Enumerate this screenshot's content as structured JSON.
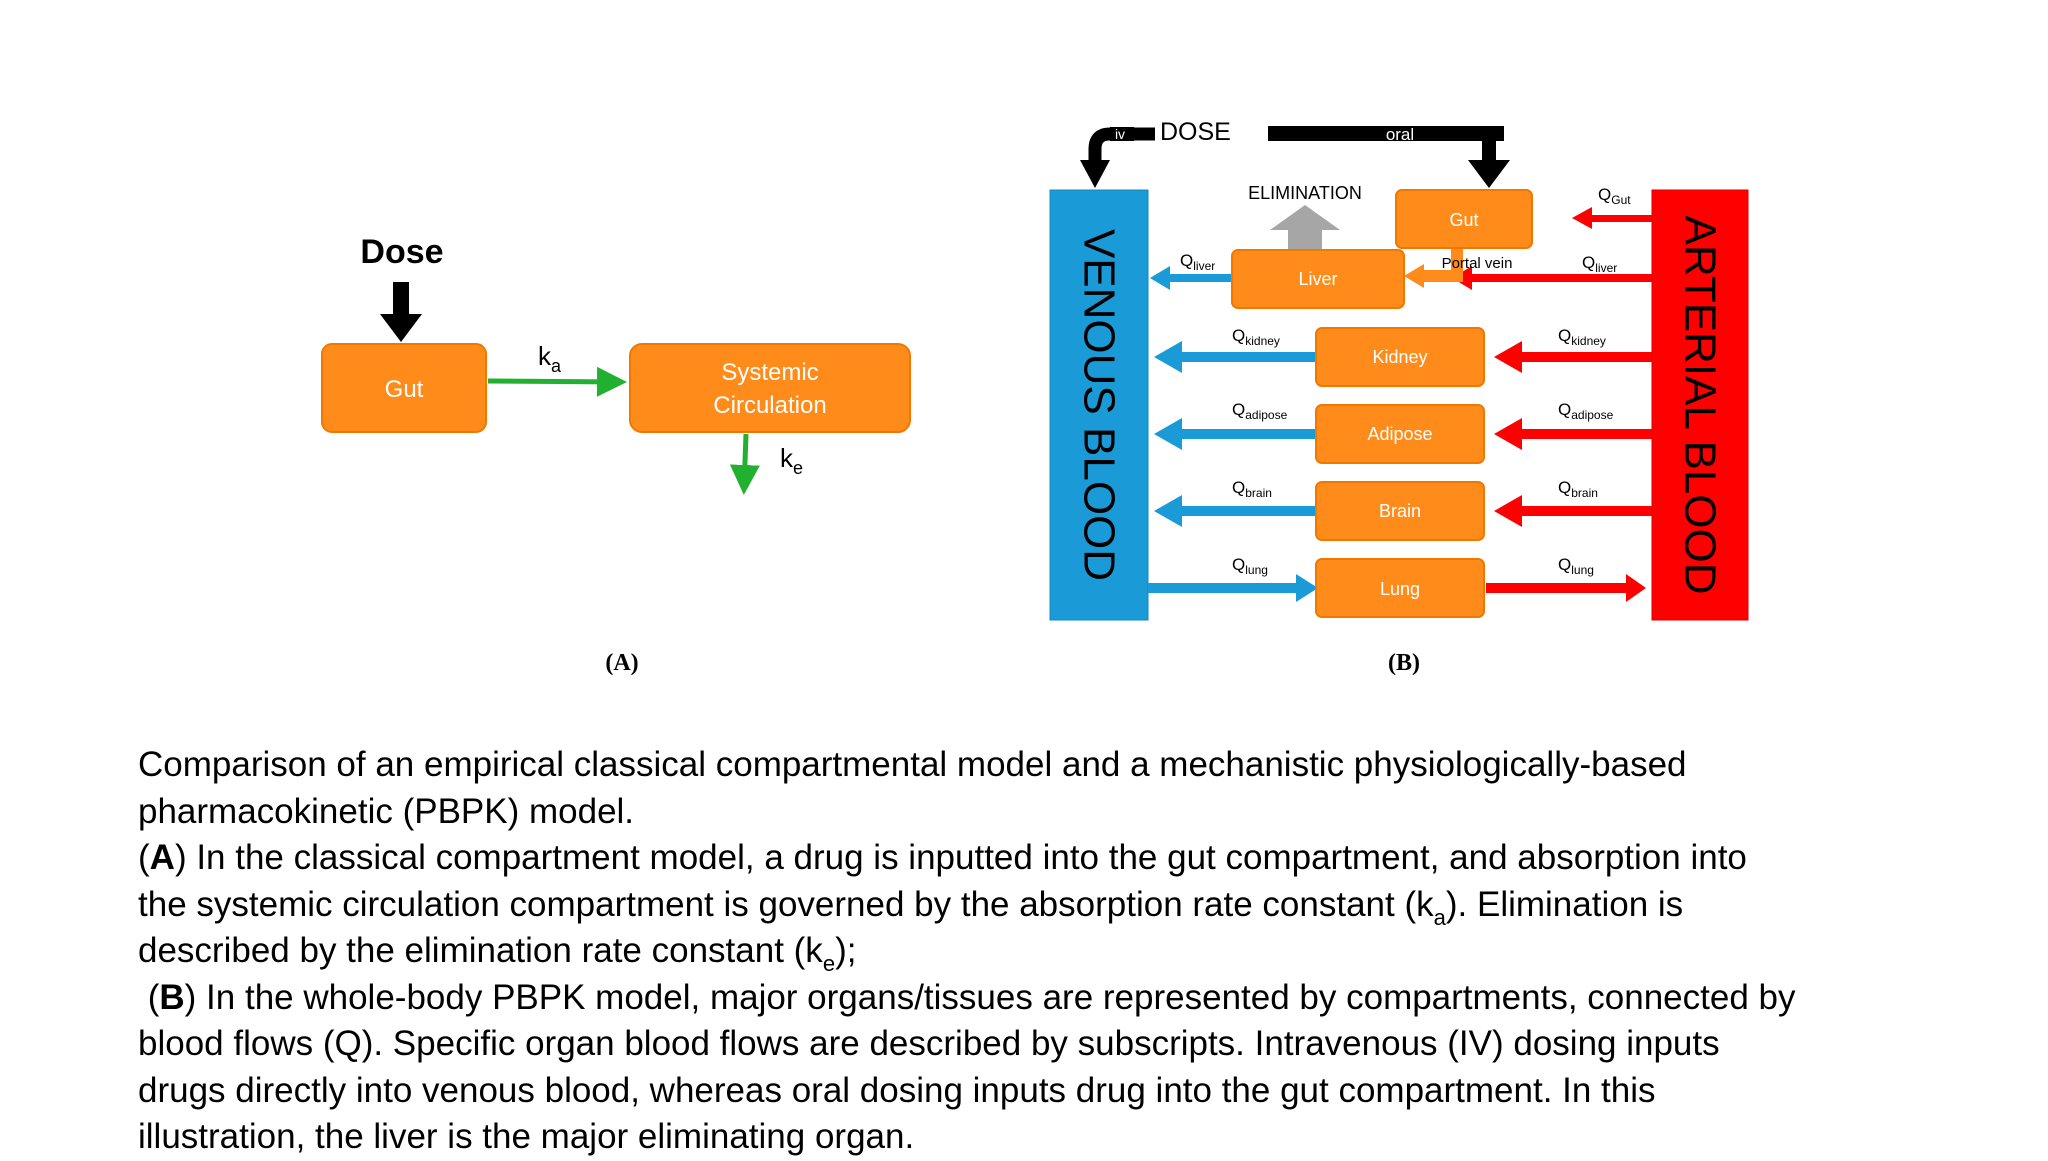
{
  "panel_a": {
    "dose_label": "Dose",
    "gut_label": "Gut",
    "systemic_line1": "Systemic",
    "systemic_line2": "Circulation",
    "ka_main": "k",
    "ka_sub": "a",
    "ke_main": "k",
    "ke_sub": "e",
    "panel_label": "(A)",
    "colors": {
      "box": "#ff8c1a",
      "arrow_green": "#22b030",
      "arrow_black": "#000000"
    }
  },
  "panel_b": {
    "dose_label": "DOSE",
    "iv_label": "iv",
    "oral_label": "oral",
    "elimination_label": "ELIMINATION",
    "venous_label": "VENOUS BLOOD",
    "arterial_label": "ARTERIAL BLOOD",
    "portal_vein_label": "Portal vein",
    "panel_label": "(B)",
    "organs": {
      "gut": "Gut",
      "liver": "Liver",
      "kidney": "Kidney",
      "adipose": "Adipose",
      "brain": "Brain",
      "lung": "Lung"
    },
    "flows": {
      "q": "Q",
      "gut": "Gut",
      "liver": "liver",
      "kidney": "kidney",
      "adipose": "adipose",
      "brain": "brain",
      "lung": "lung"
    },
    "colors": {
      "venous": "#1a9ad6",
      "arterial": "#ff0000",
      "organ": "#ff8c1a",
      "elimination_arrow": "#a6a6a6"
    }
  },
  "caption": {
    "intro": "Comparison of an empirical classical compartmental model and a mechanistic physiologically-based pharmacokinetic (PBPK) model.",
    "a_open": "(",
    "a_bold": "A",
    "a_text1": ") In the classical compartment model, a drug is inputted into the gut compartment, and absorption into the systemic circulation compartment is governed by the absorption rate constant (k",
    "a_sub1": "a",
    "a_text2": "). Elimination is described by the elimination rate constant (k",
    "a_sub2": "e",
    "a_text3": ");",
    "b_open": " (",
    "b_bold": "B",
    "b_text": ") In the whole-body PBPK model, major organs/tissues are represented by compartments, connected by blood flows (Q). Specific organ blood flows are described by subscripts. Intravenous (IV) dosing inputs drugs directly into venous blood, whereas oral dosing inputs drug into the gut compartment. In this illustration, the liver is the major eliminating organ."
  }
}
